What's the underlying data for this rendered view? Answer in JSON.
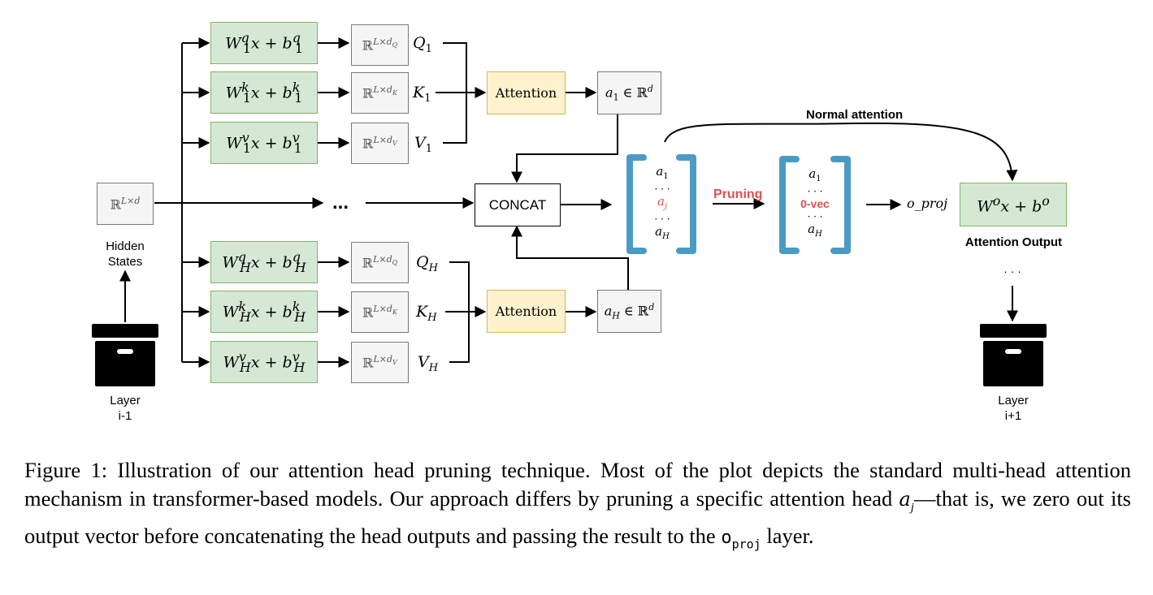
{
  "projections": {
    "head1": [
      {
        "formula_main": "W",
        "sup": "q",
        "sub": "1",
        "rest": "x + b",
        "bsup": "q",
        "bsub": "1",
        "space": "ℝ",
        "space_exp": "L×d",
        "space_sub": "Q",
        "var": "Q",
        "var_sub": "1"
      },
      {
        "formula_main": "W",
        "sup": "k",
        "sub": "1",
        "rest": "x + b",
        "bsup": "k",
        "bsub": "1",
        "space": "ℝ",
        "space_exp": "L×d",
        "space_sub": "K",
        "var": "K",
        "var_sub": "1"
      },
      {
        "formula_main": "W",
        "sup": "v",
        "sub": "1",
        "rest": "x + b",
        "bsup": "v",
        "bsub": "1",
        "space": "ℝ",
        "space_exp": "L×d",
        "space_sub": "V",
        "var": "V",
        "var_sub": "1"
      }
    ],
    "headH": [
      {
        "formula_main": "W",
        "sup": "q",
        "sub": "H",
        "rest": "x + b",
        "bsup": "q",
        "bsub": "H",
        "space": "ℝ",
        "space_exp": "L×d",
        "space_sub": "Q",
        "var": "Q",
        "var_sub": "H"
      },
      {
        "formula_main": "W",
        "sup": "k",
        "sub": "H",
        "rest": "x + b",
        "bsup": "k",
        "bsub": "H",
        "space": "ℝ",
        "space_exp": "L×d",
        "space_sub": "K",
        "var": "K",
        "var_sub": "H"
      },
      {
        "formula_main": "W",
        "sup": "v",
        "sub": "H",
        "rest": "x + b",
        "bsup": "v",
        "bsub": "H",
        "space": "ℝ",
        "space_exp": "L×d",
        "space_sub": "V",
        "var": "V",
        "var_sub": "H"
      }
    ]
  },
  "attention": {
    "label": "Attention"
  },
  "outputs": {
    "a1": {
      "var": "a",
      "sub": "1",
      "rel": " ∈ ℝ",
      "exp": "d"
    },
    "aH": {
      "var": "a",
      "sub": "H",
      "rel": " ∈ ℝ",
      "exp": "d"
    }
  },
  "input": {
    "space": "ℝ",
    "exp": "L×d",
    "label_line1": "Hidden",
    "label_line2": "States"
  },
  "ellipsis": "...",
  "concat": {
    "label": "CONCAT"
  },
  "vector1": {
    "top": "a",
    "top_sub": "1",
    "dots": "· · ·",
    "mid": "a",
    "mid_sub": "j",
    "dots2": "· · ·",
    "bot": "a",
    "bot_sub": "H"
  },
  "pruning": {
    "label": "Pruning"
  },
  "vector2": {
    "top": "a",
    "top_sub": "1",
    "dots": "· · ·",
    "mid": "0-vec",
    "dots2": "· · ·",
    "bot": "a",
    "bot_sub": "H"
  },
  "oproj": {
    "label": "o_proj"
  },
  "output": {
    "formula_main": "W",
    "sup": "o",
    "rest": "x + b",
    "bsup": "o",
    "label": "Attention Output"
  },
  "normal_attention": {
    "label": "Normal attention"
  },
  "dots_vertical": "· · ·",
  "layers": {
    "prev": {
      "line1": "Layer",
      "line2": "i-1"
    },
    "next": {
      "line1": "Layer",
      "line2": "i+1"
    }
  },
  "caption": {
    "p1": "Figure 1: Illustration of our attention head pruning technique. Most of the plot depicts the standard multi-head attention mechanism in transformer-based models. Our approach differs by pruning a specific attention head ",
    "aj_var": "a",
    "aj_sub": "j",
    "p2": "—that is, we zero out its output vector before concatenating the head outputs and passing the result to the ",
    "oproj_main": "o",
    "oproj_sub": "proj",
    "p3": " layer."
  },
  "colors": {
    "green_fill": "#d5e8d4",
    "green_border": "#82b366",
    "yellow_fill": "#fff2cc",
    "yellow_border": "#d6b656",
    "gray_fill": "#f5f5f5",
    "bracket_blue": "#4a9bc4",
    "highlight_red": "#e05050"
  }
}
